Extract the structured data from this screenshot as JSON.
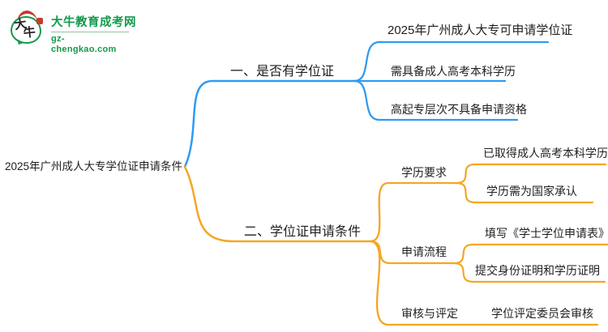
{
  "colors": {
    "blue": "#2f9bf2",
    "orange": "#f5a623",
    "green": "#14994c",
    "red": "#c53a2e",
    "text": "#1f1f1f"
  },
  "logo": {
    "char1": "大",
    "char2": "牛",
    "title": "大牛教育成考网",
    "domain": "gz-chengkao.com"
  },
  "root": {
    "label": "2025年广州成人大专学位证申请条件"
  },
  "branch1": {
    "label": "一、是否有学位证",
    "leaves": [
      "2025年广州成人大专可申请学位证",
      "需具备成人高考本科学历",
      "高起专层次不具备申请资格"
    ]
  },
  "branch2": {
    "label": "二、学位证申请条件",
    "subs": [
      {
        "label": "学历要求",
        "leaves": [
          "已取得成人高考本科学历",
          "学历需为国家承认"
        ]
      },
      {
        "label": "申请流程",
        "leaves": [
          "填写《学士学位申请表》",
          "提交身份证明和学历证明"
        ]
      },
      {
        "label": "审核与评定",
        "leaves": [
          "学位评定委员会审核"
        ]
      }
    ]
  }
}
